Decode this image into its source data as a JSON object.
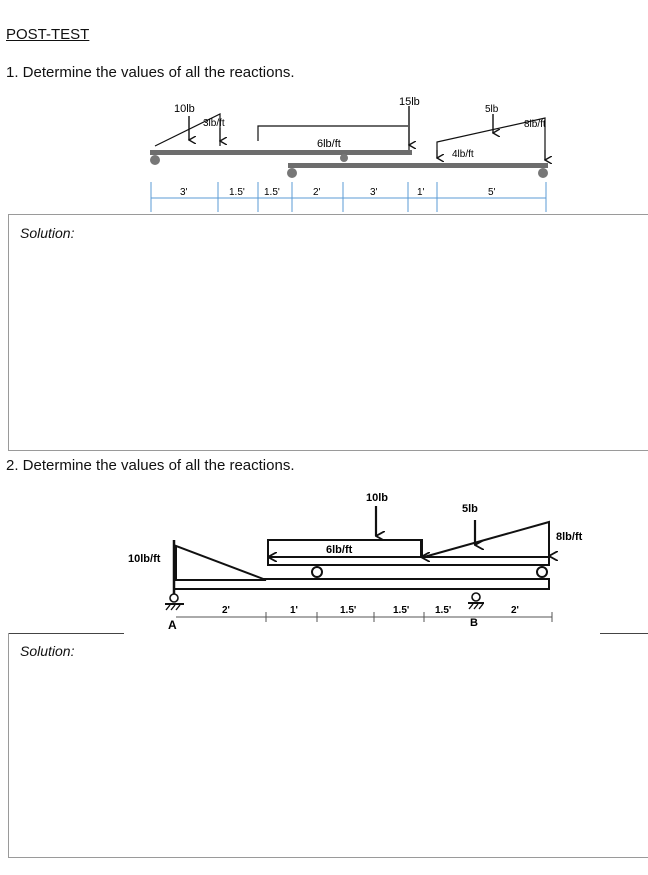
{
  "header": {
    "title": "POST-TEST"
  },
  "q1": {
    "prompt": "1. Determine the values of all the reactions.",
    "labels": {
      "p10": "10lb",
      "w3": "3lb/ft",
      "w6": "6lb/ft",
      "p15": "15lb",
      "p5": "5lb",
      "w8": "8lb/ft",
      "w4": "4lb/ft"
    },
    "dims": [
      "3'",
      "1.5'",
      "1.5'",
      "2'",
      "3'",
      "1'",
      "5'"
    ]
  },
  "sol1": {
    "label": "Solution:"
  },
  "q2": {
    "prompt": "2. Determine the values of all the reactions.",
    "labels": {
      "p10": "10lb",
      "p5": "5lb",
      "w10": "10lb/ft",
      "w6": "6lb/ft",
      "w8": "8lb/ft",
      "A": "A",
      "B": "B"
    },
    "dims": [
      "2'",
      "1'",
      "1.5'",
      "1.5'",
      "1.5'",
      "2'"
    ]
  },
  "sol2": {
    "label": "Solution:"
  }
}
